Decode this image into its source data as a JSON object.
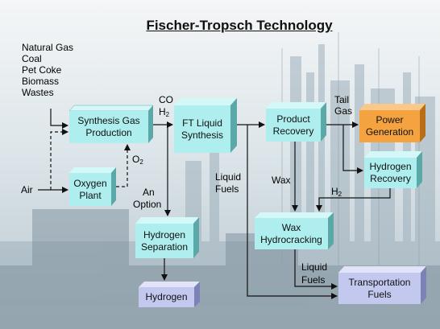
{
  "title": "Fischer-Tropsch Technology",
  "feedstocks": [
    "Natural Gas",
    "Coal",
    "Pet Coke",
    "Biomass",
    "Wastes"
  ],
  "boxes": {
    "synthesis_gas": "Synthesis Gas Production",
    "oxygen_plant": "Oxygen Plant",
    "ft_synthesis": "FT Liquid Synthesis",
    "product_recovery": "Product Recovery",
    "power_generation": "Power Generation",
    "hydrogen_recovery": "Hydrogen Recovery",
    "wax_hydrocracking": "Wax Hydrocracking",
    "hydrogen_separation": "Hydrogen Separation",
    "hydrogen": "Hydrogen",
    "transportation_fuels": "Transportation Fuels"
  },
  "labels": {
    "air": "Air",
    "co": "CO",
    "h2_prefix": "H",
    "h2_sub": "2",
    "o2_prefix": "O",
    "o2_sub": "2",
    "tail": "Tail",
    "gas": "Gas",
    "liquid_fuels_1": "Liquid",
    "liquid_fuels_2": "Fuels",
    "wax": "Wax",
    "an": "An",
    "option": "Option",
    "liquid_2a": "Liquid",
    "liquid_2b": "Fuels"
  },
  "colors": {
    "box_teal": "#aeeeee",
    "box_teal_side": "#5aa8a8",
    "box_orange": "#f4a340",
    "box_orange_side": "#b86e16",
    "box_lavender": "#c3c8ef",
    "box_lavender_side": "#7c82b6"
  }
}
